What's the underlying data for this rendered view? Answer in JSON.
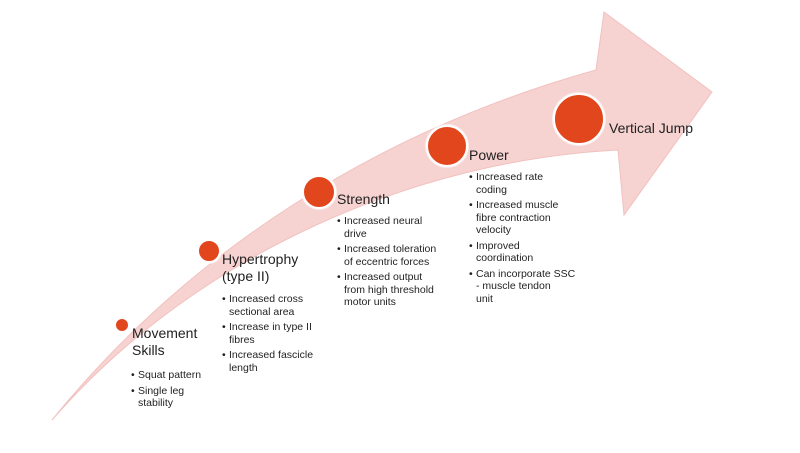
{
  "colors": {
    "arrow_fill": "#f6d3d1",
    "arrow_edge": "#f1c1be",
    "circle_fill": "#e2461d"
  },
  "stages": [
    {
      "title": [
        "Movement",
        "Skills"
      ],
      "bullets": [
        [
          "Squat pattern"
        ],
        [
          "Single leg",
          "stability"
        ]
      ]
    },
    {
      "title": [
        "Hypertrophy",
        "(type II)"
      ],
      "bullets": [
        [
          "Increased cross",
          "sectional area"
        ],
        [
          "Increase in type II",
          "fibres"
        ],
        [
          "Increased fascicle",
          "length"
        ]
      ]
    },
    {
      "title": [
        "Strength"
      ],
      "bullets": [
        [
          "Increased neural",
          "drive"
        ],
        [
          "Increased toleration",
          "of eccentric forces"
        ],
        [
          "Increased output",
          "from high threshold",
          "motor units"
        ]
      ]
    },
    {
      "title": [
        "Power"
      ],
      "bullets": [
        [
          "Increased rate",
          "coding"
        ],
        [
          "Increased muscle",
          "fibre contraction",
          "velocity"
        ],
        [
          "Improved",
          "coordination"
        ],
        [
          "Can incorporate SSC",
          "- muscle tendon",
          "unit"
        ]
      ]
    },
    {
      "title": [
        "Vertical Jump"
      ],
      "bullets": []
    }
  ]
}
